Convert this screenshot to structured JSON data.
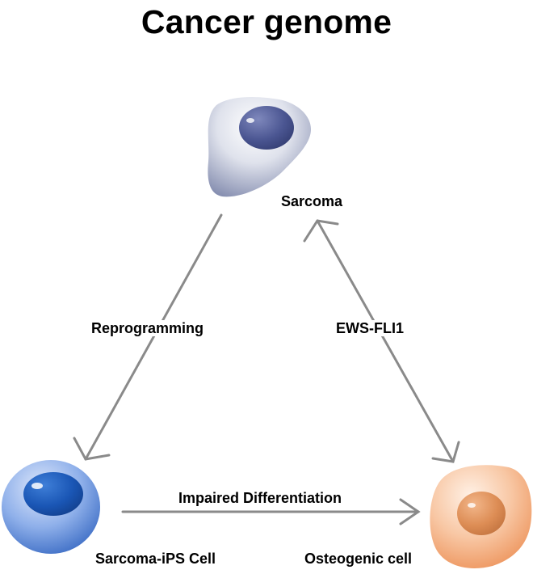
{
  "title": "Cancer genome",
  "nodes": {
    "sarcoma": {
      "label": "Sarcoma",
      "color": "#8a93b5",
      "nucleus_color": "#4a5590"
    },
    "sarcoma_ips": {
      "label": "Sarcoma-iPS Cell",
      "color": "#5b86d6",
      "nucleus_color": "#1e5bbd"
    },
    "osteogenic": {
      "label": "Osteogenic cell",
      "color": "#f2a679",
      "nucleus_color": "#d98b52"
    }
  },
  "edges": {
    "reprogramming": {
      "label": "Reprogramming",
      "from": "Sarcoma",
      "to": "Sarcoma-iPS Cell"
    },
    "ews_fli1": {
      "label": "EWS-FLI1",
      "from": "Osteogenic cell",
      "to": "Sarcoma",
      "bidirectional": true
    },
    "impaired_differentiation": {
      "label": "Impaired Differentiation",
      "from": "Sarcoma-iPS Cell",
      "to": "Osteogenic cell"
    }
  },
  "arrow_color": "#8a8a8a"
}
